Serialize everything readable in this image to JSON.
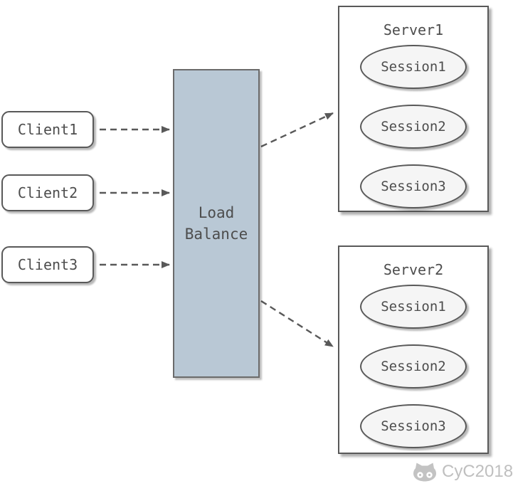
{
  "diagram": {
    "clients": [
      {
        "label": "Client1"
      },
      {
        "label": "Client2"
      },
      {
        "label": "Client3"
      }
    ],
    "load_balancer": {
      "label": "Load Balance"
    },
    "servers": [
      {
        "title": "Server1",
        "sessions": [
          "Session1",
          "Session2",
          "Session3"
        ]
      },
      {
        "title": "Server2",
        "sessions": [
          "Session1",
          "Session2",
          "Session3"
        ]
      }
    ],
    "watermark": {
      "text": "CyC2018"
    },
    "colors": {
      "border": "#595959",
      "load_balancer_fill": "#b9c8d5",
      "session_fill": "#f5f5f5",
      "text": "#4d4d4d",
      "watermark": "#bfbfbf"
    }
  }
}
